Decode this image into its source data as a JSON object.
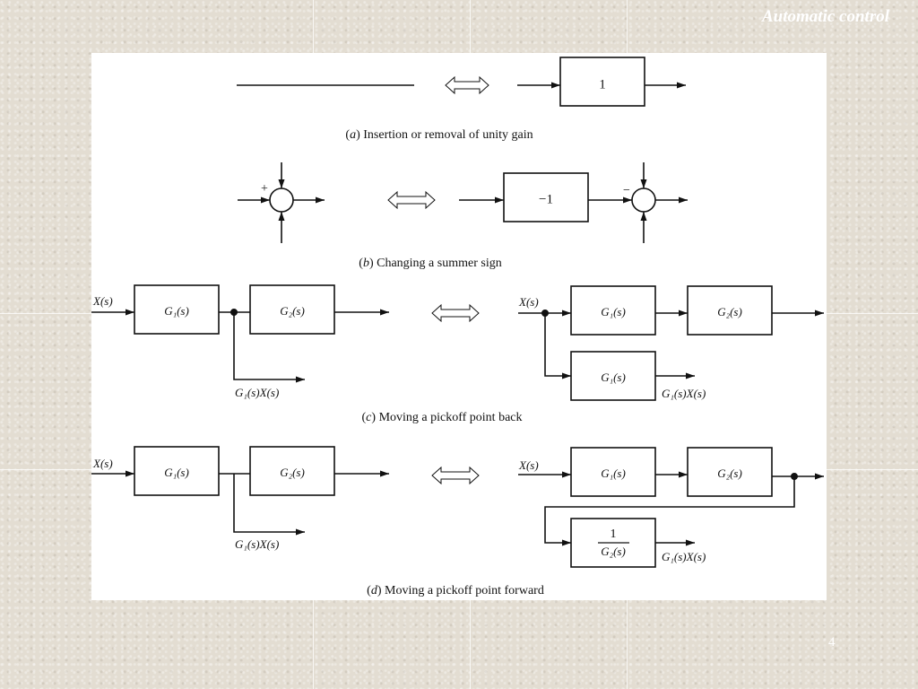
{
  "header": {
    "title": "Automatic control"
  },
  "footer": {
    "page_number": "4"
  },
  "diagram": {
    "a": {
      "block": "1",
      "caption_letter": "a",
      "caption_text": " Insertion or removal of unity gain"
    },
    "b": {
      "plus_sign": "+",
      "minus_sign": "−",
      "block": "−1",
      "caption_letter": "b",
      "caption_text": " Changing a summer sign"
    },
    "c": {
      "input_left": "X(s)",
      "g1_left": "G₁(s)",
      "g2_left": "G₂(s)",
      "output_left": "G₁(s)X(s)",
      "input_right": "X(s)",
      "g1_right": "G₁(s)",
      "g2_right": "G₂(s)",
      "g1_branch": "G₁(s)",
      "output_right": "G₁(s)X(s)",
      "caption_letter": "c",
      "caption_text": " Moving a pickoff point back"
    },
    "d": {
      "input_left": "X(s)",
      "g1_left": "G₁(s)",
      "g2_left": "G₂(s)",
      "output_left": "G₁(s)X(s)",
      "input_right": "X(s)",
      "g1_right": "G₁(s)",
      "g2_right": "G₂(s)",
      "inverse_numerator": "1",
      "inverse_denominator": "G₂(s)",
      "output_right": "G₁(s)X(s)",
      "caption_letter": "d",
      "caption_text": " Moving a pickoff point forward"
    }
  }
}
